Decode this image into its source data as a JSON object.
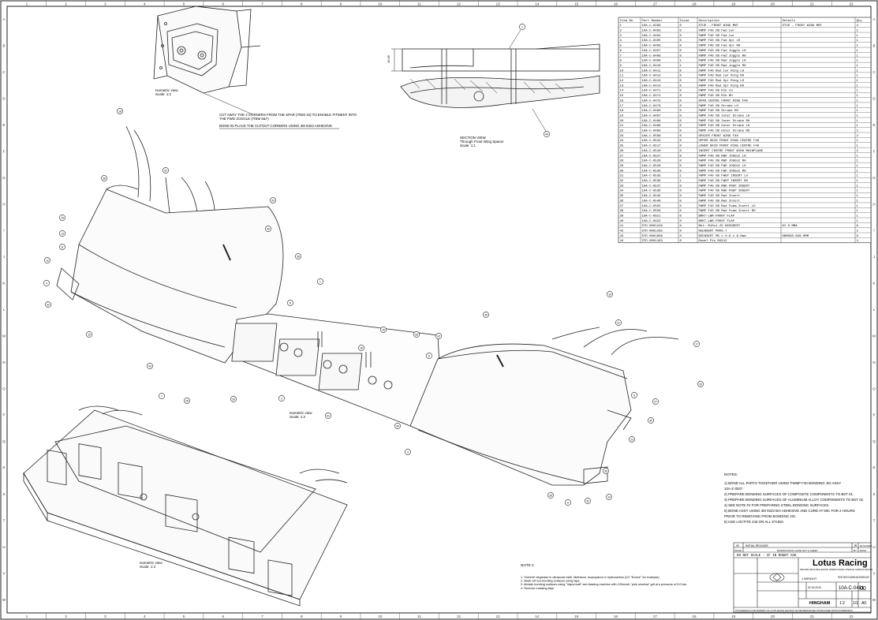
{
  "frame": {
    "top_numbers": [
      "1",
      "2",
      "3",
      "4",
      "5",
      "6",
      "7",
      "8",
      "9",
      "10",
      "11",
      "12",
      "13",
      "14",
      "15",
      "16",
      "17",
      "18",
      "19",
      "20",
      "21",
      "22"
    ],
    "side_letters": [
      "A",
      "B",
      "C",
      "D",
      "E",
      "F",
      "G",
      "H",
      "I",
      "J",
      "K",
      "L",
      "M",
      "N",
      "O",
      "P",
      "Q",
      "R",
      "S",
      "T",
      "U",
      "V",
      "W"
    ]
  },
  "bom": {
    "headers": [
      "Item No.",
      "Part Number",
      "Issue",
      "Description",
      "Details",
      "Qty."
    ],
    "rows": [
      [
        "1",
        "10A-C-0299",
        "0",
        "STUD - FRONT WING MNT",
        "STUD - FRONT WING MNT",
        "4"
      ],
      [
        "2",
        "10A-C-0403",
        "0",
        "FWMP F40 OB Fwd Lwr",
        "",
        "1"
      ],
      [
        "3",
        "10A-C-0404",
        "0",
        "FWMP F40 OB Fwd Lwr",
        "",
        "1"
      ],
      [
        "4",
        "10A-C-0405",
        "0",
        "FWMP F40 OB Fwd Upr LH",
        "",
        "1"
      ],
      [
        "5",
        "10A-C-0406",
        "0",
        "FWMP F40 OB Fwd Upr RH",
        "",
        "1"
      ],
      [
        "6",
        "10A-C-0407",
        "0",
        "FWMP F40 OB Fwd Joggle LH",
        "",
        "1"
      ],
      [
        "7",
        "10A-C-0408",
        "0",
        "FWMP F40 OB Fwd Joggle RH",
        "",
        "1"
      ],
      [
        "8",
        "10A-C-0409",
        "1",
        "FWMP F40 OB Rwd Joggle LH",
        "",
        "1"
      ],
      [
        "9",
        "10A-C-0410",
        "1",
        "FWMP F40 OB Rwd Joggle RH",
        "",
        "1"
      ],
      [
        "10",
        "10A-C-0411",
        "0",
        "FWMP F40 Rwd Lwr Ring LH",
        "",
        "1"
      ],
      [
        "11",
        "10A-C-0412",
        "0",
        "FWMP F40 Rwd Lwr Ring RH",
        "",
        "1"
      ],
      [
        "12",
        "10A-C-0413",
        "0",
        "FWMP F40 Rwd Upr Ring LH",
        "",
        "1"
      ],
      [
        "13",
        "10A-C-0414",
        "0",
        "FWMP F40 Rwd Upr Ring RH",
        "",
        "1"
      ],
      [
        "14",
        "10A-C-0471",
        "0",
        "FWMP F40 OB Rib LH",
        "",
        "1"
      ],
      [
        "15",
        "10A-C-0472",
        "0",
        "FWMP F40 OB Rib RH",
        "",
        "1"
      ],
      [
        "16",
        "10A-C-0475",
        "0",
        "SPAR CENTRE FRONT RING F40",
        "",
        "1"
      ],
      [
        "17",
        "10A-C-0479",
        "0",
        "FWMP F40 OB Strake LH",
        "",
        "1"
      ],
      [
        "18",
        "10A-C-0480",
        "0",
        "FWMP F40 OB Strake RH",
        "",
        "1"
      ],
      [
        "19",
        "10A-C-0487",
        "0",
        "FWMP F40 OB Inner Strake LH",
        "",
        "1"
      ],
      [
        "20",
        "10A-C-0488",
        "0",
        "FWMP F40 OB Inner Strake RH",
        "",
        "1"
      ],
      [
        "21",
        "10A-C-0489",
        "0",
        "FWMP F40 OB Outer Strake LH",
        "",
        "1"
      ],
      [
        "22",
        "10A-C-0490",
        "0",
        "FWMP F40 OB Outer Strake RH",
        "",
        "1"
      ],
      [
        "23",
        "10A-C-0509",
        "0",
        "SPACER FRONT WING F40",
        "",
        "2"
      ],
      [
        "24",
        "10A-C-0515",
        "0",
        "UPPER SKIN FRONT RING CENTRE F40",
        "",
        "1"
      ],
      [
        "25",
        "10A-C-0517",
        "0",
        "LOWER SKIN FRONT RING CENTRE F40",
        "",
        "1"
      ],
      [
        "26",
        "10A-C-0518",
        "0",
        "INSERT CENTRE FRONT WING MAINPLANE",
        "",
        "2"
      ],
      [
        "27",
        "10A-C-0527",
        "0",
        "FWMP F40 OB RWD JOGGLE LH",
        "",
        "1"
      ],
      [
        "28",
        "10A-C-0528",
        "0",
        "FWMP F40 OB RWD JOGGLE RH",
        "",
        "1"
      ],
      [
        "29",
        "10A-C-0529",
        "0",
        "FWMP F40 OB FWD JOGGLE LH",
        "",
        "1"
      ],
      [
        "30",
        "10A-C-0530",
        "0",
        "FWMP F40 OB FWD JOGGLE RH",
        "",
        "1"
      ],
      [
        "31",
        "10A-C-0535",
        "1",
        "FWMP F40 OB FWEP INSERT LH",
        "",
        "1"
      ],
      [
        "32",
        "10A-C-0536",
        "1",
        "FWMP F40 OB FWEP INSERT RH",
        "",
        "1"
      ],
      [
        "33",
        "10A-C-0537",
        "0",
        "FWMP F40 OB RWD FREP INSERT",
        "",
        "1"
      ],
      [
        "34",
        "10A-C-0538",
        "0",
        "FWMP F40 OB RWD FNEP INSERT",
        "",
        "1"
      ],
      [
        "35",
        "10A-C-0545",
        "0",
        "FWMP F40 OB Rwd Insert",
        "",
        "1"
      ],
      [
        "36",
        "10A-C-0546",
        "0",
        "FWMP F40 OB Rwd Insert",
        "",
        "1"
      ],
      [
        "37",
        "10A-C-0555",
        "0",
        "FWMP F40 OB Rwd Foam Insert LH",
        "",
        "1"
      ],
      [
        "38",
        "10A-C-0556",
        "0",
        "FWMP F40 OB Rwd Foam Insert RH",
        "",
        "1"
      ],
      [
        "39",
        "10A-C-0621",
        "0",
        "BRKT-LWR-FRONT FLAP",
        "",
        "1"
      ],
      [
        "40",
        "10A-C-0622",
        "0",
        "BRKT-LWR-FRONT FLAP",
        "",
        "1"
      ],
      [
        "41",
        "STD-0001226",
        "0",
        "Bkt: M10x1.25 KEENSERT",
        "KI 6 MMA",
        "8"
      ],
      [
        "42",
        "STD-0001265",
        "0",
        "KEENSERT M4X0.7",
        "",
        "2"
      ],
      [
        "43",
        "STD-0001609",
        "0",
        "KEENSERT M5 x 0.8 x 8.0mm",
        "KNMS60.8X8.0MM",
        "8"
      ],
      [
        "44",
        "STD-0001163",
        "0",
        "Dowel Pin M4X12",
        "",
        "4"
      ]
    ]
  },
  "views": {
    "iso_top_left": {
      "title": "Isometric view",
      "scale": "Scale: 1:2"
    },
    "section": {
      "title": "SECTION VIEW",
      "sub": "Through Front Wing Spacer",
      "scale": "Scale: 1:1",
      "dim": "16.65"
    },
    "iso_center": {
      "title": "Isometric view",
      "scale": "Scale: 1:2"
    },
    "iso_jig": {
      "title": "Isometric view",
      "scale": "Scale: 1:4"
    }
  },
  "cut_notes": {
    "line1": "CUT AWAY THE 4 CORNERS FROM THE SPAR (ITEM 16) TO ENABLE FITMENT INTO",
    "line2": "THE FWD JOGGLE (ITEM 6&7)",
    "line3": "BOND IN PLACE THE CUTOUT CORNERS USING 3M 9323 ADHESIVE"
  },
  "notes": {
    "heading": "NOTES:",
    "items": [
      "1) BOND ALL PARTS TOGETHER USING  FWMP F40 BONDING JIG ASSY",
      "    10A-Z-3037.",
      "2) PREPARE BONDING SURFACES OF COMPOSITE COMPONENTS TO BST 01.",
      "3) PREPARE BONDING SURFACES OF ALUMINIUM ALLOY COMPONENTS TO BST 02.",
      "4)  SEE NOTE #2 FOR PREPARING STEEL BONDING SURFACES.",
      "5) BOND ASSY USING 3M 9323 B/A ADHESIVE AND CURE AT 60C FOR 2 HOURS",
      "    PRIOR TO REMOVING FROM BONDING JIG.",
      "6) USE LOCTITE 243 ON ALL STUDS."
    ]
  },
  "note2": {
    "heading": "NOTE 2.",
    "items": [
      "1. Solvent* degrease in ultrasonic bath. Methanol, isopropanol or hydrocarbon (ICI \"Evolve\" for example).",
      "2. Mask off non-bonding surfaces using tape.",
      "3. Abrade bonding surfaces using \"Vapormatt\" wet blasting machine with 120mesh \"pink alumina\" grit at a pressure of 5.0 bar.",
      "4. Remove masking tape."
    ]
  },
  "title_block": {
    "rev_row1": [
      "00",
      "INITIAL RELEASE",
      "JR",
      "02.04.2010"
    ],
    "rev_header": [
      "ISSUE",
      "MODIFICATION, DATE NOT & SHEET",
      "BY",
      "DATE"
    ],
    "do_not_scale": "DO NOT SCALE - IF IN DOUBT ASK",
    "company": "Lotus Racing",
    "company_sub": "HINGHAM INDUSTRIAL ESTATE, NORWICH ROAD, HINGHAM, NORFOLK NR9 4LS",
    "drawn_by": "J WRIGHT",
    "title": "FRONT WING F40 MAINPLANE BONDED ASSY",
    "issue_date": "02.04.2010",
    "drawing_no": "10A-C-0481",
    "issue": "00",
    "location": "HINGHAM",
    "scale": "1:2",
    "sheet": "1/1",
    "size": "A0",
    "footer": "THIS DRAWING IS THE PROPERTY OF LOTUS RACING AND MUST NOT BE REPRODUCED OR DISCLOSED WITHOUT PERMISSION"
  },
  "callouts": {
    "section": [
      "1",
      "44"
    ],
    "left": [
      "18",
      "22",
      "38",
      "20",
      "24",
      "13",
      "11",
      "40",
      "36",
      "12",
      "4",
      "32",
      "10",
      "8",
      "43",
      "7",
      "25",
      "29",
      "2"
    ],
    "center": [
      "1",
      "6",
      "15",
      "16",
      "26",
      "41",
      "39",
      "42",
      "34",
      "3"
    ],
    "right": [
      "19",
      "21",
      "17",
      "33",
      "27",
      "30",
      "23",
      "35",
      "28",
      "9",
      "31",
      "14",
      "5"
    ]
  }
}
